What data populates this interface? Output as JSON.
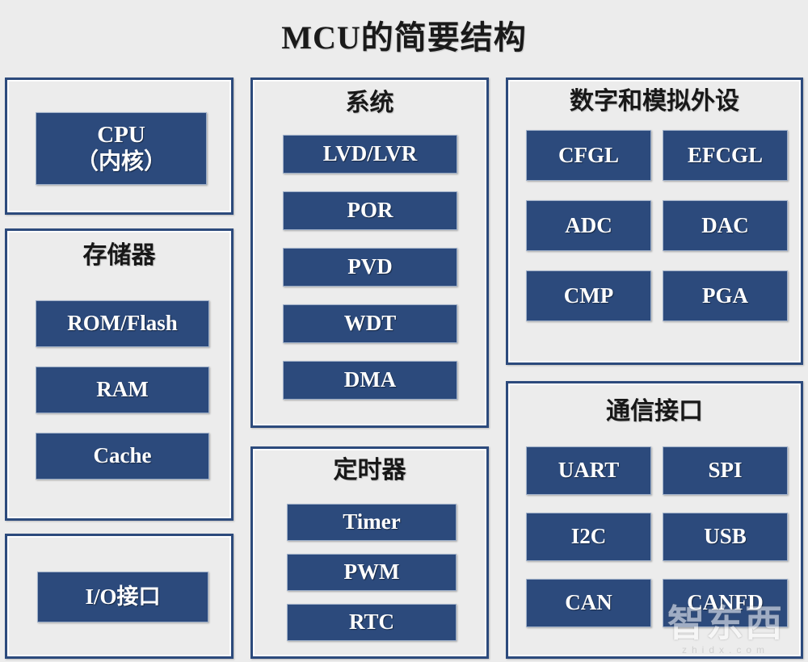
{
  "title": "MCU的简要结构",
  "colors": {
    "block_fill": "#2c4a7c",
    "panel_border": "#2c4a7c",
    "background": "#ececec",
    "block_text": "#ffffff"
  },
  "panels": {
    "cpu": {
      "block_line1": "CPU",
      "block_line2": "（内核）"
    },
    "memory": {
      "title": "存储器",
      "items": [
        {
          "label": "ROM/Flash"
        },
        {
          "label": "RAM"
        },
        {
          "label": "Cache"
        }
      ]
    },
    "io": {
      "block_label": "I/O接口"
    },
    "system": {
      "title": "系统",
      "items": [
        {
          "label": "LVD/LVR"
        },
        {
          "label": "POR"
        },
        {
          "label": "PVD"
        },
        {
          "label": "WDT"
        },
        {
          "label": "DMA"
        }
      ]
    },
    "timer": {
      "title": "定时器",
      "items": [
        {
          "label": "Timer"
        },
        {
          "label": "PWM"
        },
        {
          "label": "RTC"
        }
      ]
    },
    "peripherals": {
      "title": "数字和模拟外设",
      "items": [
        {
          "label": "CFGL"
        },
        {
          "label": "EFCGL"
        },
        {
          "label": "ADC"
        },
        {
          "label": "DAC"
        },
        {
          "label": "CMP"
        },
        {
          "label": "PGA"
        }
      ]
    },
    "communication": {
      "title": "通信接口",
      "items": [
        {
          "label": "UART"
        },
        {
          "label": "SPI"
        },
        {
          "label": "I2C"
        },
        {
          "label": "USB"
        },
        {
          "label": "CAN"
        },
        {
          "label": "CANFD"
        }
      ]
    }
  },
  "watermark": {
    "mark": "智东西",
    "url": "zhidx.com"
  }
}
